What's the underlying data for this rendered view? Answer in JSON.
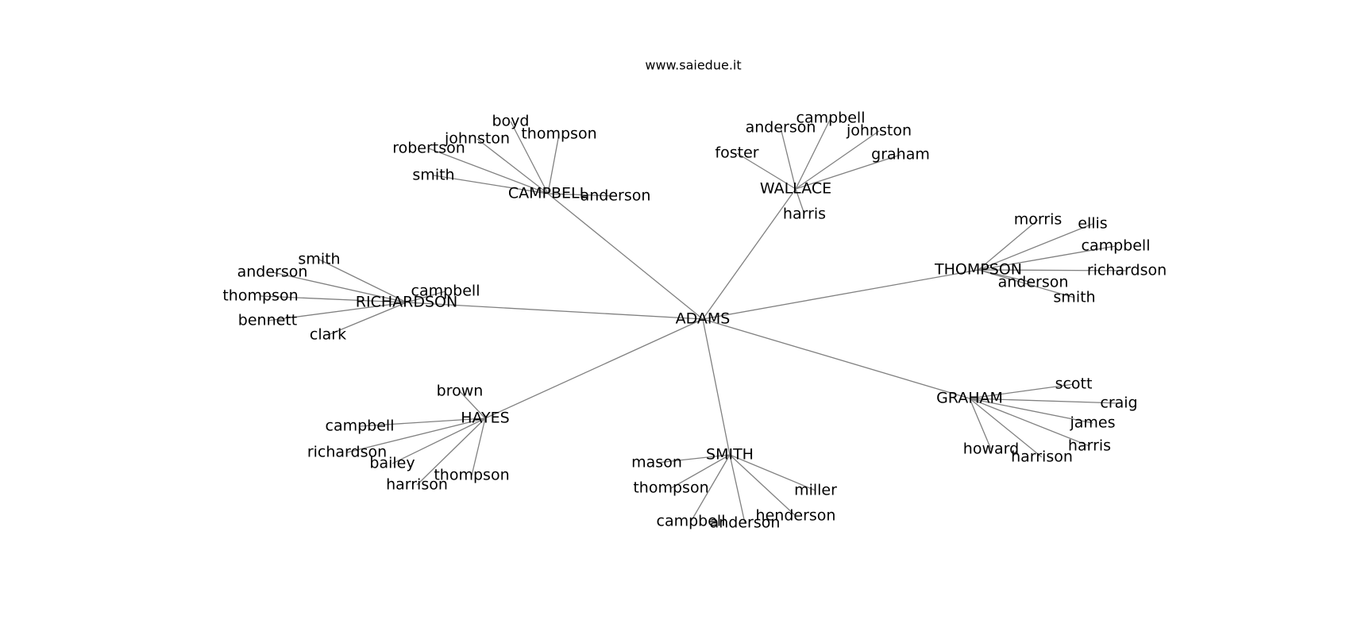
{
  "watermark": "www.saiedue.it",
  "colors": {
    "edge": "#808080",
    "text": "#000000",
    "background": "#ffffff"
  },
  "root": "ADAMS",
  "groups": [
    {
      "id": "campbell",
      "label": "CAMPBELL",
      "children": [
        {
          "id": "campbell-boyd",
          "label": "boyd"
        },
        {
          "id": "campbell-johnston",
          "label": "johnston"
        },
        {
          "id": "campbell-thompson",
          "label": "thompson"
        },
        {
          "id": "campbell-robertson",
          "label": "robertson"
        },
        {
          "id": "campbell-smith",
          "label": "smith"
        },
        {
          "id": "campbell-anderson",
          "label": "anderson"
        }
      ]
    },
    {
      "id": "wallace",
      "label": "WALLACE",
      "children": [
        {
          "id": "wallace-campbell",
          "label": "campbell"
        },
        {
          "id": "wallace-anderson",
          "label": "anderson"
        },
        {
          "id": "wallace-johnston",
          "label": "johnston"
        },
        {
          "id": "wallace-foster",
          "label": "foster"
        },
        {
          "id": "wallace-graham",
          "label": "graham"
        },
        {
          "id": "wallace-harris",
          "label": "harris"
        }
      ]
    },
    {
      "id": "thompson",
      "label": "THOMPSON",
      "children": [
        {
          "id": "thompson-morris",
          "label": "morris"
        },
        {
          "id": "thompson-ellis",
          "label": "ellis"
        },
        {
          "id": "thompson-campbell",
          "label": "campbell"
        },
        {
          "id": "thompson-richardson",
          "label": "richardson"
        },
        {
          "id": "thompson-anderson",
          "label": "anderson"
        },
        {
          "id": "thompson-smith",
          "label": "smith"
        }
      ]
    },
    {
      "id": "richardson",
      "label": "RICHARDSON",
      "children": [
        {
          "id": "richardson-smith",
          "label": "smith"
        },
        {
          "id": "richardson-anderson",
          "label": "anderson"
        },
        {
          "id": "richardson-campbell",
          "label": "campbell"
        },
        {
          "id": "richardson-thompson",
          "label": "thompson"
        },
        {
          "id": "richardson-bennett",
          "label": "bennett"
        },
        {
          "id": "richardson-clark",
          "label": "clark"
        }
      ]
    },
    {
      "id": "graham",
      "label": "GRAHAM",
      "children": [
        {
          "id": "graham-scott",
          "label": "scott"
        },
        {
          "id": "graham-craig",
          "label": "craig"
        },
        {
          "id": "graham-james",
          "label": "james"
        },
        {
          "id": "graham-harris",
          "label": "harris"
        },
        {
          "id": "graham-howard",
          "label": "howard"
        },
        {
          "id": "graham-harrison",
          "label": "harrison"
        }
      ]
    },
    {
      "id": "hayes",
      "label": "HAYES",
      "children": [
        {
          "id": "hayes-brown",
          "label": "brown"
        },
        {
          "id": "hayes-campbell",
          "label": "campbell"
        },
        {
          "id": "hayes-richardson",
          "label": "richardson"
        },
        {
          "id": "hayes-bailey",
          "label": "bailey"
        },
        {
          "id": "hayes-harrison",
          "label": "harrison"
        },
        {
          "id": "hayes-thompson",
          "label": "thompson"
        }
      ]
    },
    {
      "id": "smith",
      "label": "SMITH",
      "children": [
        {
          "id": "smith-mason",
          "label": "mason"
        },
        {
          "id": "smith-thompson",
          "label": "thompson"
        },
        {
          "id": "smith-miller",
          "label": "miller"
        },
        {
          "id": "smith-henderson",
          "label": "henderson"
        },
        {
          "id": "smith-campbell",
          "label": "campbell"
        },
        {
          "id": "smith-anderson",
          "label": "anderson"
        }
      ]
    }
  ]
}
